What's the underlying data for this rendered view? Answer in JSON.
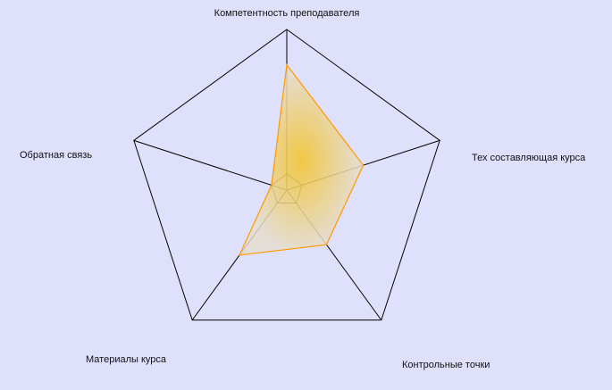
{
  "chart_data": {
    "type": "radar",
    "axes": [
      "Компетентность преподавателя",
      "Тех составляющая курса",
      "Контрольные точки",
      "Материалы курса",
      "Обратная связь"
    ],
    "values": [
      0.78,
      0.5,
      0.42,
      0.5,
      0.1
    ],
    "range": [
      0,
      1
    ],
    "grid": "pentagon",
    "colors": {
      "background": "#dfe0fb",
      "grid": "#000000",
      "series_stroke": "#ff9900",
      "series_fill_center": "#f2c530",
      "series_fill_edge": "#e6ddd1"
    }
  }
}
